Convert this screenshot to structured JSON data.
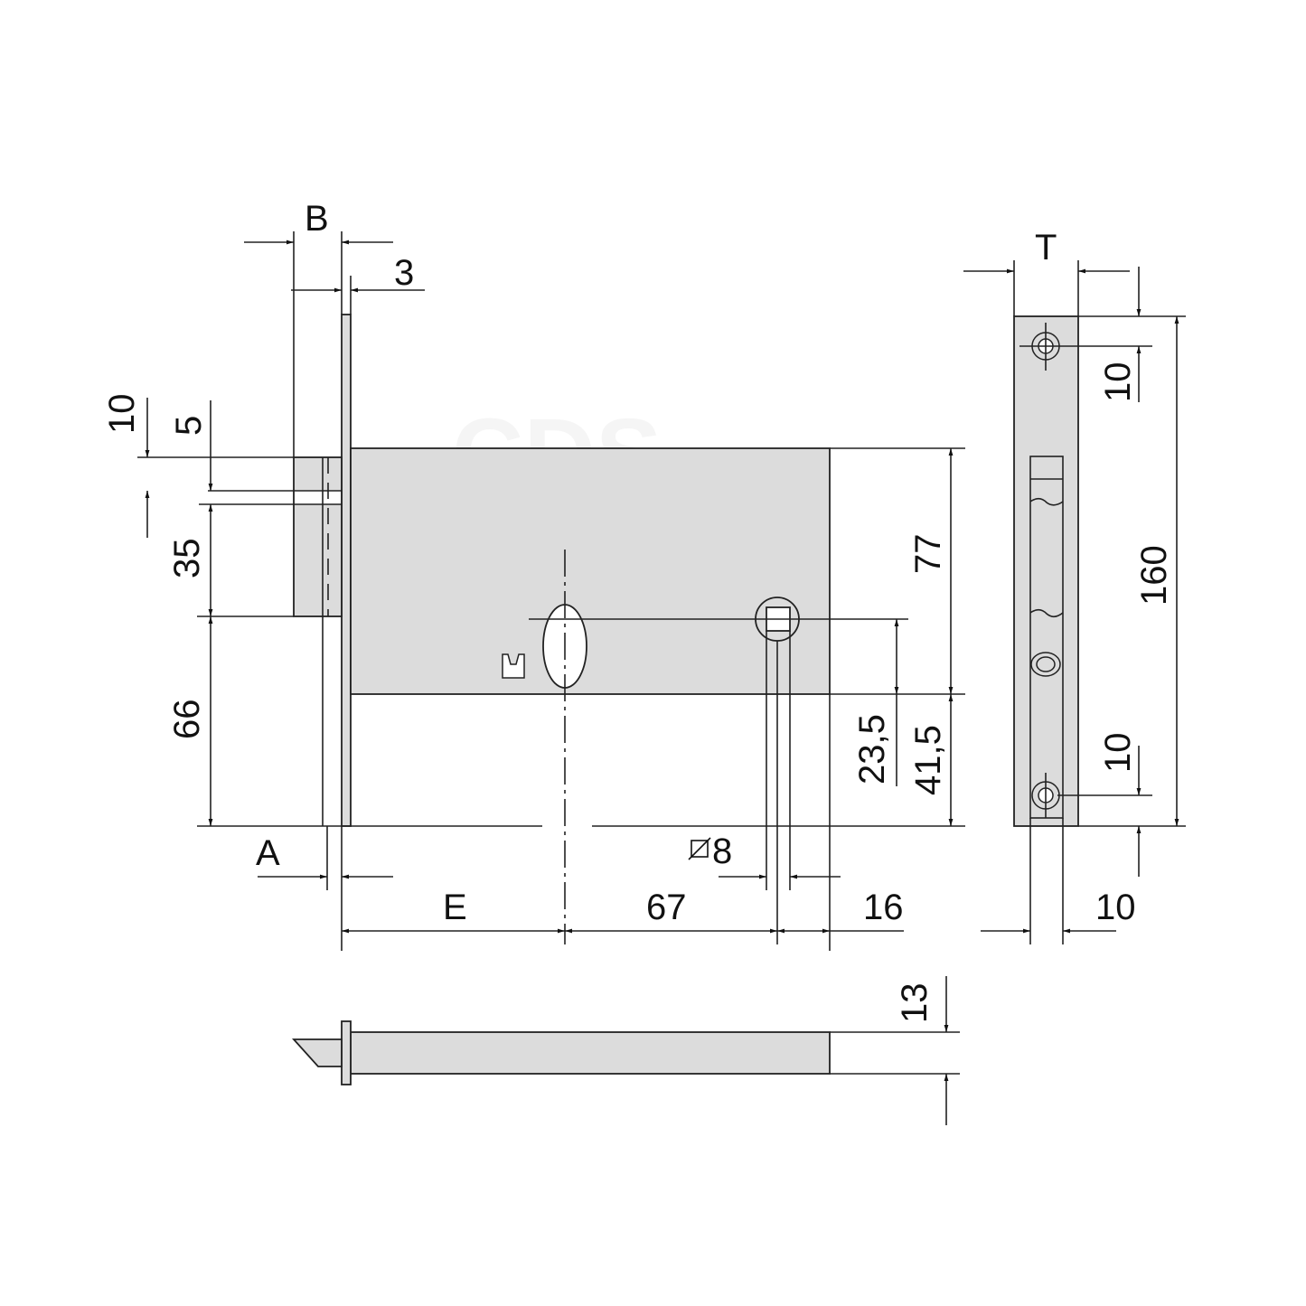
{
  "watermark": "CDS",
  "labels": {
    "B": "B",
    "three": "3",
    "ten_left": "10",
    "five": "5",
    "thirty_five": "35",
    "sixty_six": "66",
    "seventy_seven": "77",
    "twenty_three_5": "23,5",
    "forty_one_5": "41,5",
    "A": "A",
    "E": "E",
    "sixty_seven": "67",
    "sixteen": "16",
    "square8": "8",
    "thirteen": "13",
    "T": "T",
    "ten_top": "10",
    "one_sixty": "160",
    "ten_bottom": "10",
    "ten_width": "10"
  },
  "colors": {
    "part_fill": "#dcdcdc",
    "line": "#222222"
  }
}
